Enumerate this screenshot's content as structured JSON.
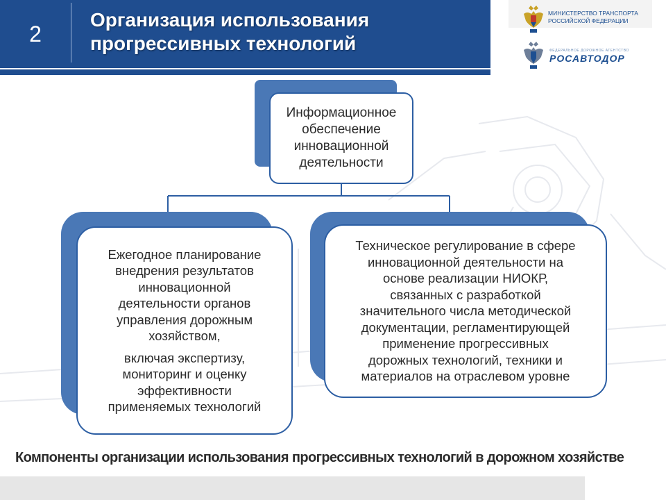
{
  "header": {
    "slide_number": "2",
    "title_lines": [
      "Организация использования",
      "прогрессивных технологий"
    ],
    "background_color": "#1f4d8f"
  },
  "logos": {
    "ministry_lines": [
      "МИНИСТЕРСТВО ТРАНСПОРТА",
      "РОССИЙСКОЙ ФЕДЕРАЦИИ"
    ],
    "agency_small": "ФЕДЕРАЛЬНОЕ ДОРОЖНОЕ АГЕНТСТВО",
    "agency_name": "РОСАВТОДОР",
    "emblem_icon": "double-headed-eagle-icon"
  },
  "diagram": {
    "top_box": {
      "lines": [
        "Информационное",
        "обеспечение",
        "инновационной",
        "деятельности"
      ]
    },
    "left_box": {
      "para1": [
        "Ежегодное планирование",
        "внедрения результатов",
        "инновационной",
        "деятельности органов",
        "управления дорожным",
        "хозяйством,"
      ],
      "para2": [
        "включая экспертизу,",
        "мониторинг и оценку",
        "эффективности",
        "применяемых технологий"
      ]
    },
    "right_box": {
      "lines": [
        "Техническое регулирование в сфере",
        "инновационной деятельности на",
        "основе реализации НИОКР,",
        "связанных с разработкой",
        "значительного числа методической",
        "документации, регламентирующей",
        "применение прогрессивных",
        "дорожных технологий, техники и",
        "материалов на отраслевом уровне"
      ]
    },
    "accent_color": "#4a78b6",
    "border_color": "#2c5ea3"
  },
  "caption": "Компоненты организации использования прогрессивных технологий в дорожном хозяйстве"
}
